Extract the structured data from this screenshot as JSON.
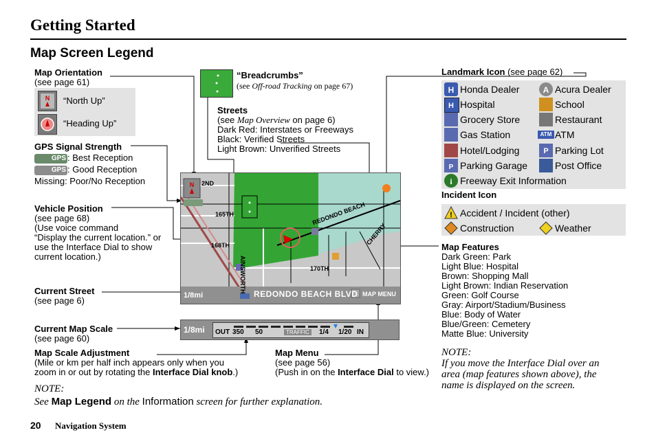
{
  "header": {
    "title": "Getting Started",
    "section": "Map Screen Legend"
  },
  "orientation": {
    "title": "Map Orientation",
    "page": "(see page 61)",
    "north_up": "“North Up”",
    "heading_up": "“Heading Up”"
  },
  "breadcrumbs": {
    "title": "“Breadcrumbs”",
    "see_pre": "(see ",
    "see_ref": "Off-road Tracking",
    "see_post": " on page 67)"
  },
  "streets": {
    "title": "Streets",
    "see_pre": "(see ",
    "see_ref": "Map Overview",
    "see_post": " on page 6)",
    "l1": "Dark Red: Interstates or Freeways",
    "l2": "Black: Verified Streets",
    "l3": "Light Brown: Unverified Streets"
  },
  "gps": {
    "title": "GPS Signal Strength",
    "best": ": Best Reception",
    "good": ": Good Reception",
    "missing": "Missing: Poor/No Reception",
    "badge": "GPS"
  },
  "vehicle": {
    "title": "Vehicle Position",
    "l1": "(see page 68)",
    "l2": "(Use voice command",
    "l3": "“Display the current location.” or",
    "l4": "use the Interface Dial to show",
    "l5": "current location.)"
  },
  "current_street": {
    "title": "Current Street",
    "page": "(see page 6)"
  },
  "current_scale": {
    "title": "Current Map Scale",
    "page": "(see page 60)"
  },
  "scale_adj": {
    "title": "Map Scale Adjustment",
    "l1": "(Mile or km per half inch appears only when you",
    "l2_pre": "zoom in or out by rotating the ",
    "l2_bold": "Interface Dial knob",
    "l2_post": ".)"
  },
  "map_menu": {
    "title": "Map Menu",
    "l1": "(see page 56)",
    "l2_pre": "(Push in on the ",
    "l2_bold": "Interface Dial",
    "l2_post": " to view.)"
  },
  "landmark": {
    "title": "Landmark Icon",
    "page": " (see page 62)",
    "items": [
      "Honda Dealer",
      "Acura Dealer",
      "Hospital",
      "School",
      "Grocery Store",
      "Restaurant",
      "Gas Station",
      "ATM",
      "Hotel/Lodging",
      "Parking Lot",
      "Parking Garage",
      "Post Office",
      "Freeway Exit Information"
    ],
    "atm_badge": "ATM"
  },
  "incident": {
    "title": "Incident Icon",
    "items": [
      "Accident / Incident (other)",
      "Construction",
      "Weather"
    ]
  },
  "features": {
    "title": "Map Features",
    "items": [
      "Dark Green: Park",
      "Light Blue: Hospital",
      "Brown: Shopping Mall",
      "Light Brown: Indian Reservation",
      "Green: Golf Course",
      "Gray: Airport/Stadium/Business",
      "Blue: Body of Water",
      "Blue/Green: Cemetery",
      "Matte Blue: University"
    ]
  },
  "note_right": {
    "title": "NOTE:",
    "l1": "If you move the Interface Dial over an",
    "l2": "area (map features shown above), the",
    "l3": "name is displayed on the screen."
  },
  "note_left": {
    "title": "NOTE:",
    "see": "See ",
    "bold": "Map Legend",
    "mid": " on the ",
    "info": "Information",
    "tail": " screen for further explanation."
  },
  "map": {
    "street_2nd": "2ND",
    "street_165": "165TH",
    "street_168": "168TH",
    "street_170": "170TH",
    "street_ainsworth": "AINSWORTH",
    "street_redondo": "REDONDO BEACH",
    "street_cherry": "CHERRY",
    "current_street": "REDONDO BEACH BLVD",
    "scale_left": "1/8mi",
    "menu": "MAP MENU"
  },
  "scale_bar": {
    "scale": "1/8mi",
    "out": "OUT",
    "v350": "350",
    "v50": "50",
    "traffic": "TRAFFIC",
    "v14": "1/4",
    "v120": "1/20",
    "in": "IN"
  },
  "footer": {
    "page": "20",
    "title": "Navigation System"
  }
}
